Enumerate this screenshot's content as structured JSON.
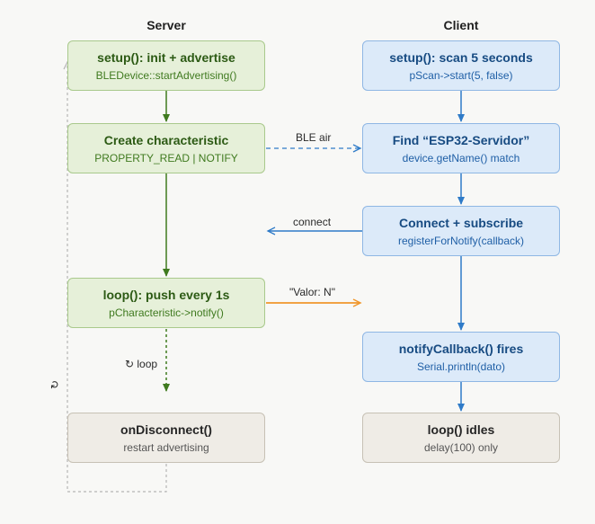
{
  "lanes": {
    "server": "Server",
    "client": "Client"
  },
  "nodes": {
    "server_setup": {
      "title": "setup(): init + advertise",
      "sub": "BLEDevice::startAdvertising()"
    },
    "server_characteristic": {
      "title": "Create characteristic",
      "sub": "PROPERTY_READ | NOTIFY"
    },
    "server_loop": {
      "title": "loop(): push every 1s",
      "sub": "pCharacteristic->notify()"
    },
    "server_disconnect": {
      "title": "onDisconnect()",
      "sub": "restart advertising"
    },
    "client_setup": {
      "title": "setup(): scan 5 seconds",
      "sub": "pScan->start(5, false)"
    },
    "client_find": {
      "title": "Find “ESP32-Servidor”",
      "sub": "device.getName() match"
    },
    "client_connect": {
      "title": "Connect + subscribe",
      "sub": "registerForNotify(callback)"
    },
    "client_notify": {
      "title": "notifyCallback() fires",
      "sub": "Serial.println(dato)"
    },
    "client_loop": {
      "title": "loop() idles",
      "sub": "delay(100) only"
    }
  },
  "edge_labels": {
    "ble_air": "BLE air",
    "connect": "connect",
    "valor": "\"Valor: N\"",
    "loop": "↻ loop",
    "restart": "↻"
  },
  "colors": {
    "server_edge": "#3f7a1f",
    "client_edge": "#2f7bc8",
    "notify_edge": "#f0962a",
    "restart_edge": "#b5b5b5"
  }
}
